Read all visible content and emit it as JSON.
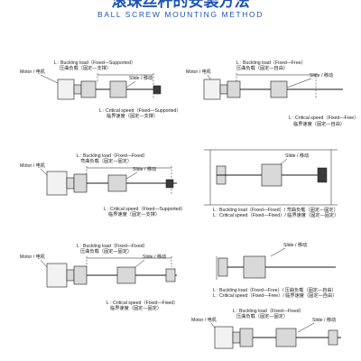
{
  "header": {
    "title_cn": "滚珠丝杆的安装方法",
    "title_en": "BALL SCREW MOUNTING METHOD"
  },
  "diagrams": [
    {
      "motor": "Motor / 电机",
      "slide": "Slide / 移动",
      "buckling_en": "L : Buckling load（Fixed—Supported）",
      "buckling_cn": "压曲负载（固定—支撑）",
      "speed_en": "L : Critical speed（Fixed—Supported）",
      "speed_cn": "临界速度（固定—支撑）"
    },
    {
      "motor": "Motor / 电机",
      "slide": "Slide / 移动",
      "buckling_en": "L : Buckling load（Fixed—Free）",
      "buckling_cn": "压曲负载（固定—自由）",
      "speed_en": "L : Critical speed（Fixed—Free）",
      "speed_cn": "临界速度（固定—自由）"
    },
    {
      "motor": "Motor / 电机",
      "slide": "Slide / 移动",
      "buckling_en": "L : Buckling load（Fixed—Fixed）",
      "buckling_cn": "弯曲负载（固定—固定）",
      "speed_en": "L : Critical speed（Fixed—Supported）",
      "speed_cn": "临界速度（固定—支撑）"
    },
    {
      "slide": "Slide / 移动",
      "buckling_en": "L : Buckling load（Fixed—Fixed）/ 弯曲负载（固定—固定）",
      "speed_en": "L : Critical speed（Fixed—Fixed）/ 临界速度（固定—固定）"
    },
    {
      "motor": "Motor / 电机",
      "slide": "Slide / 移动",
      "buckling_en": "L : Buckling load（Fixed—Fixed）",
      "buckling_cn": "压曲负载（固定—固定）",
      "speed_en": "L : Critical speed（Fixed—Fixed）",
      "speed_cn": "临界速度（固定—固定）"
    },
    {
      "slide": "Slide / 移动",
      "buckling_en": "L : Buckling load（Fixed—Free）/ 压曲负载（固定—自由）",
      "speed_en": "L : Critical speed（Fixed—Free）/ 临界速度（固定—自由）"
    },
    {
      "motor": "Motor / 电机",
      "slide": "Slide / 移动",
      "buckling_en": "L : Buckling load（Fixed—Fixed）",
      "buckling_cn": "压曲负载（固定—固定）"
    }
  ]
}
